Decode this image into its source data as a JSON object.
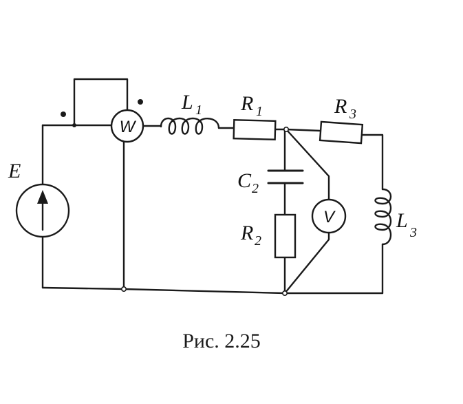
{
  "figure": {
    "caption": "Рис. 2.25",
    "source": {
      "letter": "E"
    },
    "wattmeter": {
      "letter": "W"
    },
    "voltmeter": {
      "letter": "V"
    },
    "components": {
      "L1": {
        "letter": "L",
        "sub": "1"
      },
      "R1": {
        "letter": "R",
        "sub": "1"
      },
      "R3": {
        "letter": "R",
        "sub": "3"
      },
      "C2": {
        "letter": "C",
        "sub": "2"
      },
      "R2": {
        "letter": "R",
        "sub": "2"
      },
      "L3": {
        "letter": "L",
        "sub": "3"
      }
    }
  }
}
